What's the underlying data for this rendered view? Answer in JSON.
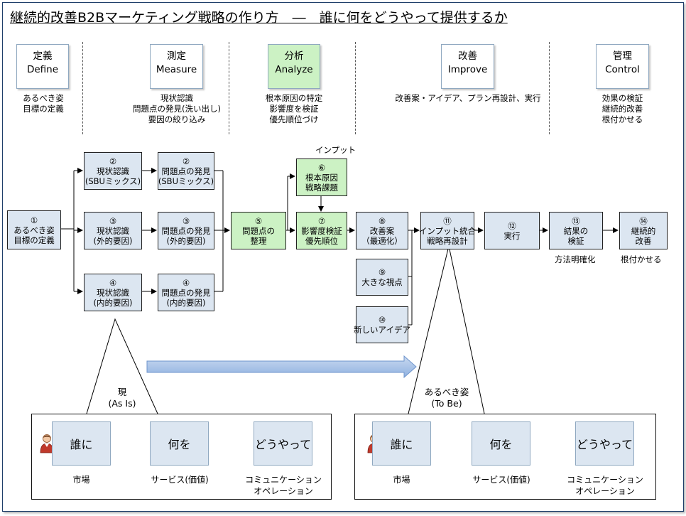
{
  "title": "継続的改善B2Bマーケティング戦略の作り方　―　誰に何をどうやって提供するか",
  "phases": [
    {
      "jp": "定義",
      "en": "Define",
      "desc": [
        "あるべき姿",
        "目標の定義"
      ]
    },
    {
      "jp": "測定",
      "en": "Measure",
      "desc": [
        "現状認識",
        "問題点の発見(洗い出し)",
        "要因の絞り込み"
      ]
    },
    {
      "jp": "分析",
      "en": "Analyze",
      "desc": [
        "根本原因の特定",
        "影響度を検証",
        "優先順位づけ"
      ]
    },
    {
      "jp": "改善",
      "en": "Improve",
      "desc": [
        "改善案・アイデア、プラン再設計、実行"
      ]
    },
    {
      "jp": "管理",
      "en": "Control",
      "desc": [
        "効果の検証",
        "継続的改善",
        "根付かせる"
      ]
    }
  ],
  "nodes": {
    "n1": [
      "①",
      "あるべき姿",
      "目標の定義"
    ],
    "n2a": [
      "②",
      "現状認識",
      "(SBUミックス)"
    ],
    "n2b": [
      "②",
      "問題点の発見",
      "(SBUミックス)"
    ],
    "n3a": [
      "③",
      "現状認識",
      "(外的要因)"
    ],
    "n3b": [
      "③",
      "問題点の発見",
      "(外的要因)"
    ],
    "n4a": [
      "④",
      "現状認識",
      "(内的要因)"
    ],
    "n4b": [
      "④",
      "問題点の発見",
      "(内的要因)"
    ],
    "n5": [
      "⑤",
      "問題点の",
      "整理"
    ],
    "n6": [
      "⑥",
      "根本原因",
      "戦略課題"
    ],
    "n7": [
      "⑦",
      "影響度検証",
      "優先順位"
    ],
    "n8": [
      "⑧",
      "改善案",
      "（最適化）"
    ],
    "n9": [
      "⑨",
      "大きな視点"
    ],
    "n10": [
      "⑩",
      "新しいアイデア"
    ],
    "n11": [
      "⑪",
      "インプット統合",
      "戦略再設計"
    ],
    "n12": [
      "⑫",
      "実行"
    ],
    "n13": [
      "⑬",
      "結果の",
      "検証"
    ],
    "n14": [
      "⑭",
      "継続的",
      "改善"
    ]
  },
  "notes": {
    "input": "インプット",
    "method": "方法明確化",
    "root": "根付かせる"
  },
  "as_is": {
    "label": [
      "現",
      "(As Is)"
    ],
    "boxes": [
      "誰に",
      "何を",
      "どうやって"
    ],
    "captions": [
      [
        "市場"
      ],
      [
        "サービス(価値)"
      ],
      [
        "コミュニケーション",
        "オペレーション"
      ]
    ]
  },
  "to_be": {
    "label": [
      "あるべき姿",
      "(To Be)"
    ],
    "boxes": [
      "誰に",
      "何を",
      "どうやって"
    ],
    "captions": [
      [
        "市場"
      ],
      [
        "サービス(価値)"
      ],
      [
        "コミュニケーション",
        "オペレーション"
      ]
    ]
  },
  "colors": {
    "node": "#dce6f1",
    "highlight": "#ccf2c4",
    "arrow_fill": "#a9c4ea"
  }
}
